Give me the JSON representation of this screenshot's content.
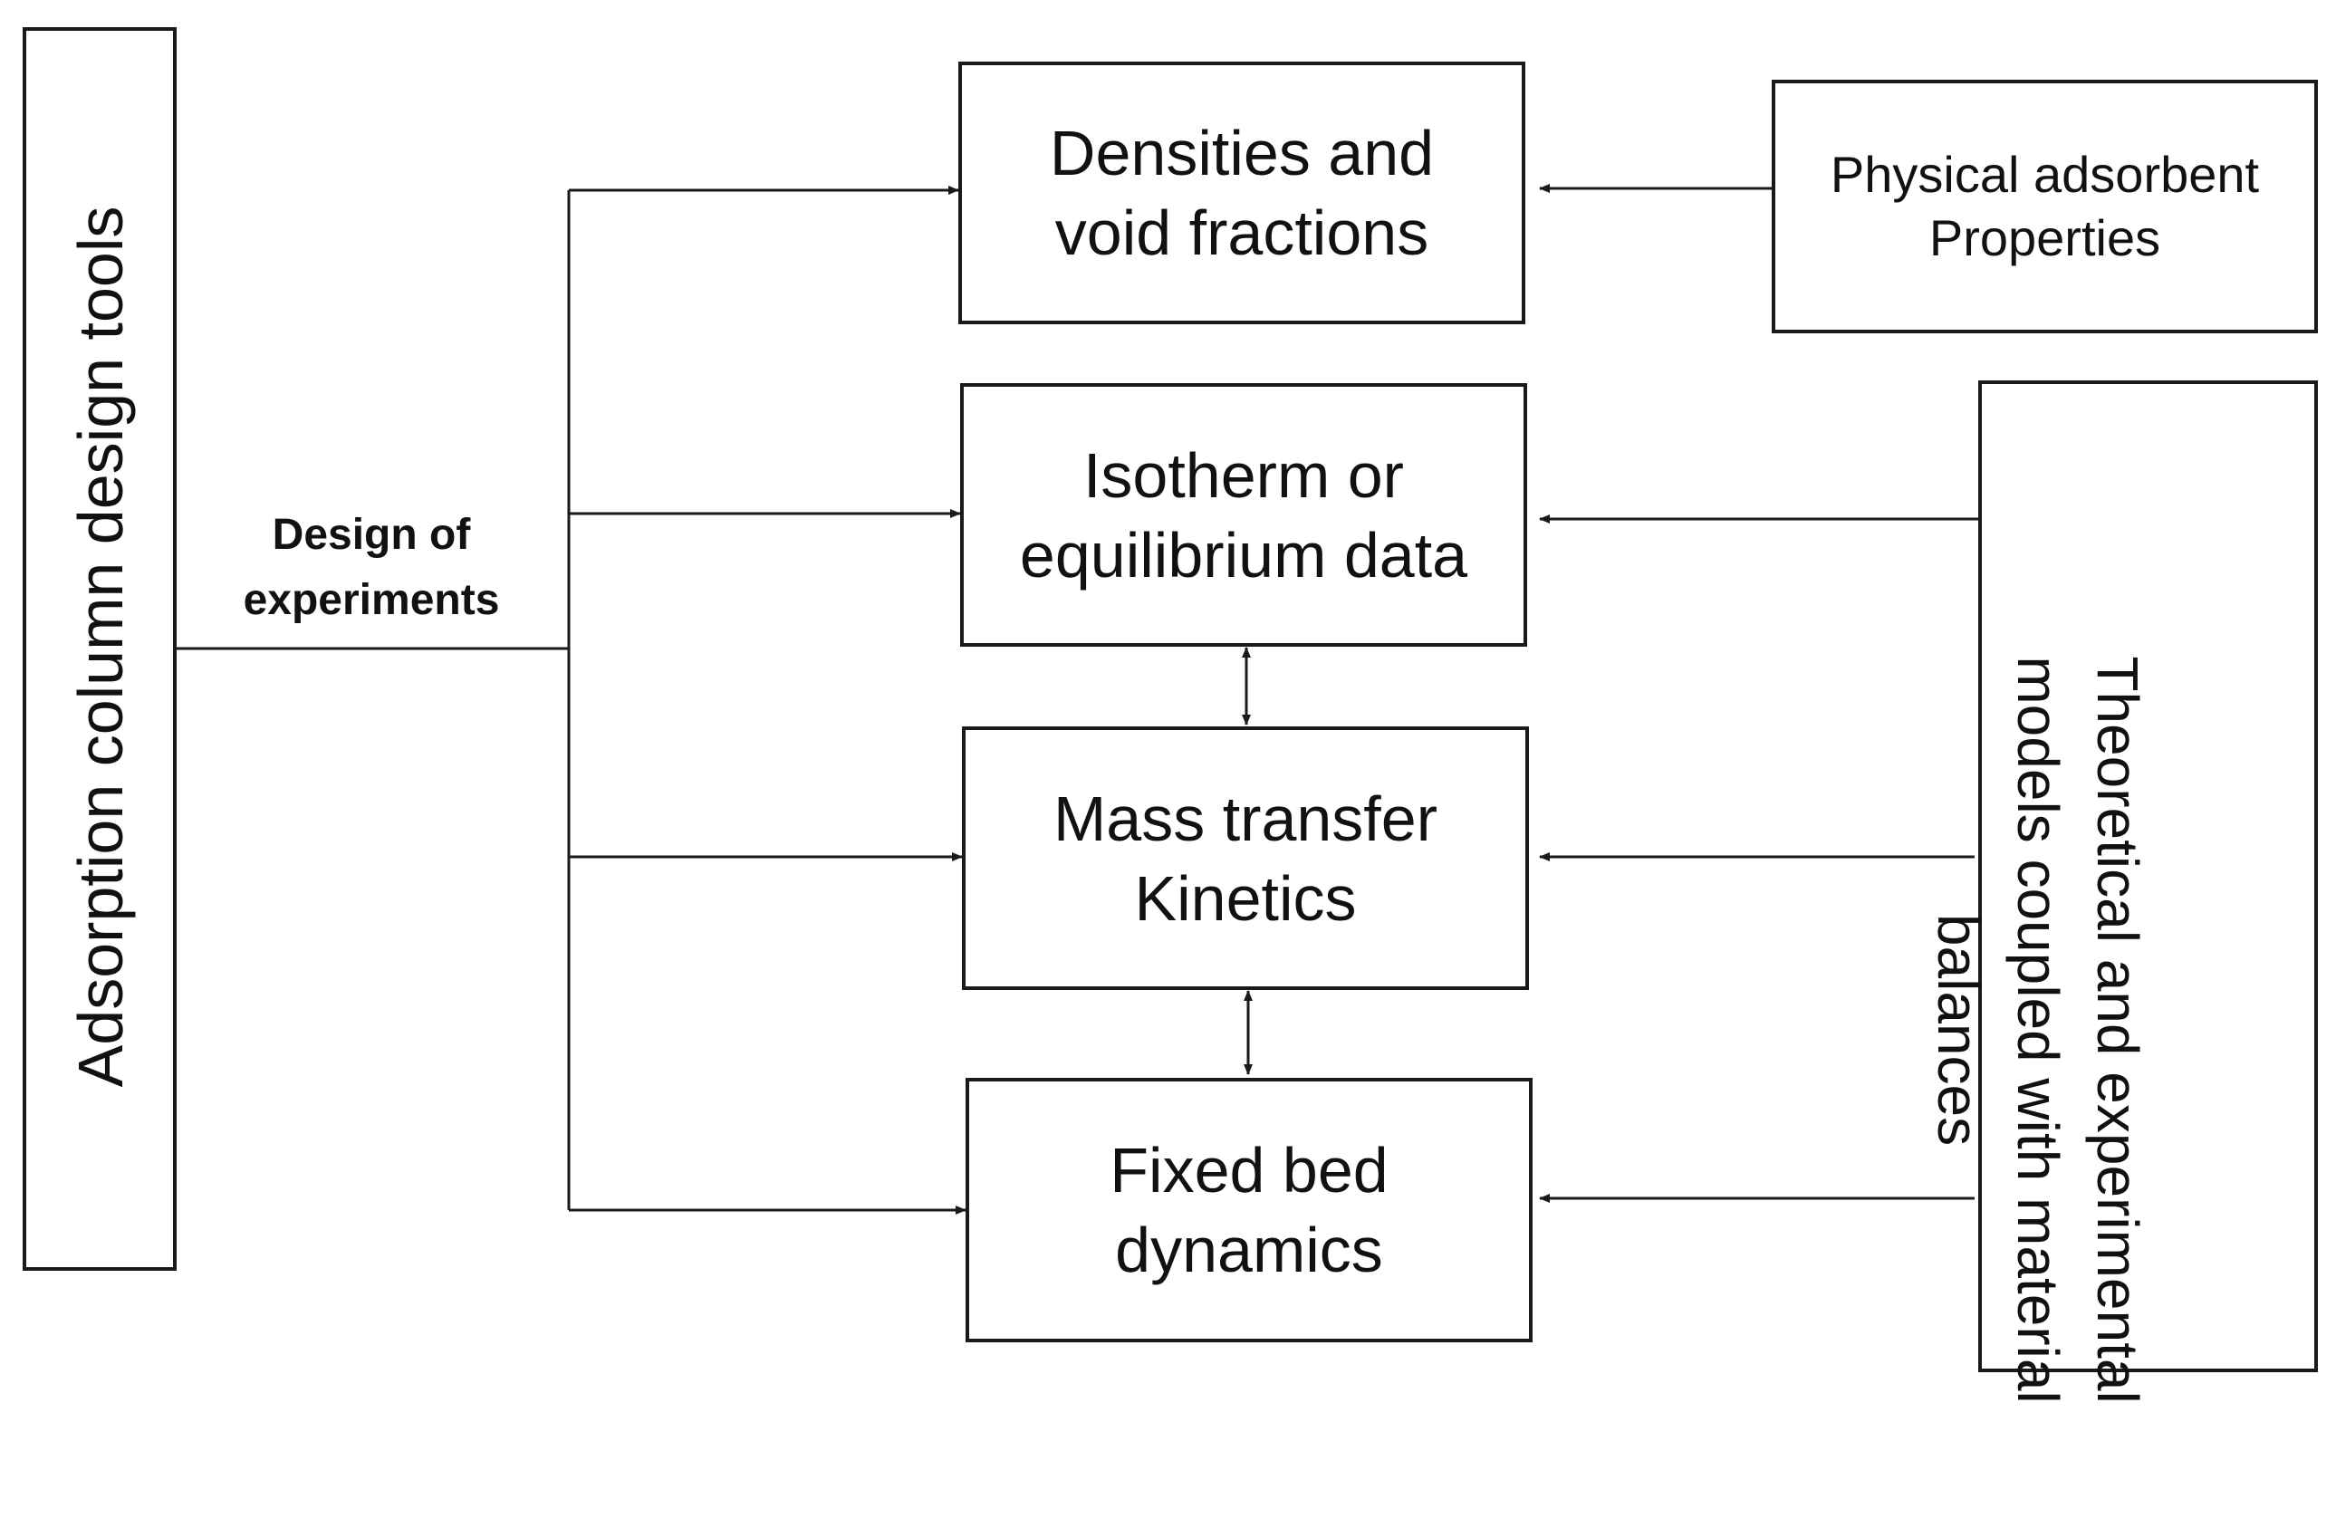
{
  "diagram": {
    "left_panel": {
      "label": "Adsorption column design tools"
    },
    "design_label": "Design of\nexperiments",
    "center_boxes": [
      {
        "label": "Densities and\nvoid fractions"
      },
      {
        "label": "Isotherm or\nequilibrium data"
      },
      {
        "label": "Mass transfer\nKinetics"
      },
      {
        "label": "Fixed bed\ndynamics"
      }
    ],
    "right_boxes": {
      "physical": {
        "label": "Physical adsorbent\nProperties"
      },
      "models": {
        "label": "Theoretical and experimental\nmodels coupled with material\nbalances"
      }
    },
    "colors": {
      "stroke": "#1a1a1a",
      "background": "#ffffff",
      "text": "#111111"
    }
  }
}
